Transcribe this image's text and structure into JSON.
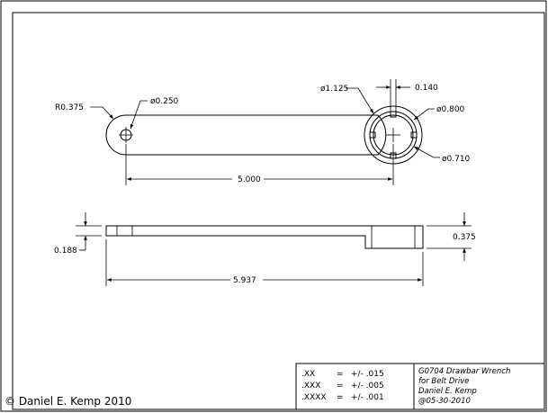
{
  "dimensions": {
    "radius_end": "R0.375",
    "dia_small_hole": "ø0.250",
    "dia_boss": "ø1.125",
    "slot_width": "0.140",
    "dia_outer": "ø0.800",
    "dia_inner": "ø0.710",
    "center_distance": "5.000",
    "thin_thickness": "0.188",
    "boss_thickness": "0.375",
    "overall_length": "5.937"
  },
  "tolerances": [
    {
      "places": ".XX",
      "eq": "=",
      "value": "+/- .015"
    },
    {
      "places": ".XXX",
      "eq": "=",
      "value": "+/- .005"
    },
    {
      "places": ".XXXX",
      "eq": "=",
      "value": "+/- .001"
    }
  ],
  "title_block": {
    "line1": "G0704 Drawbar Wrench",
    "line2": "for Belt Drive",
    "line3": "Daniel E. Kemp",
    "line4": "@05-30-2010"
  },
  "copyright": "© Daniel E. Kemp 2010"
}
